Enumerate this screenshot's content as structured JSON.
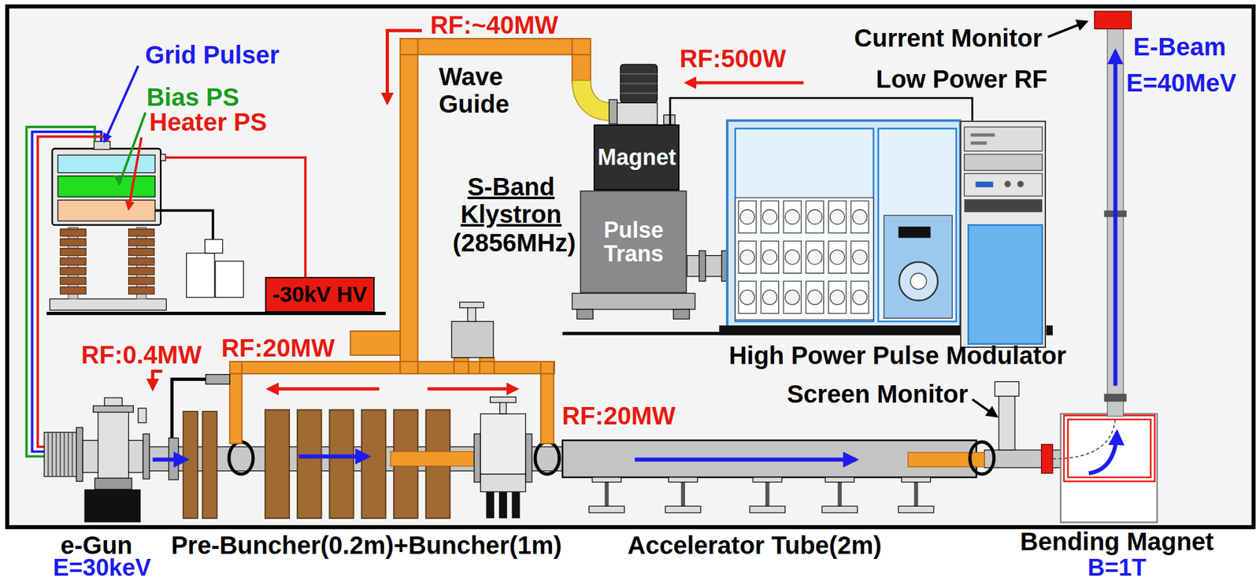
{
  "diagram": {
    "nodes": [
      {
        "text": [
          "-30kV HV"
        ]
      },
      {
        "text": [
          "Magnet"
        ]
      },
      {
        "text": [
          "Pulse Trans"
        ]
      },
      {
        "text": [
          "Low Power RF"
        ]
      }
    ],
    "edges": [
      {
        "from": 3,
        "to": 1,
        "arrow": "none"
      }
    ],
    "labels": [
      "Grid Pulser",
      "Bias PS",
      "Heater PS",
      "RF:~40MW",
      "Wave Guide",
      "RF:500W",
      "Current Monitor",
      "E-Beam",
      "E=40MeV",
      "S-Band Klystron",
      "(2856MHz)",
      "High Power Pulse Modulator",
      "RF:0.4MW",
      "RF:20MW",
      "RF:20MW",
      "Screen Monitor",
      "e-Gun",
      "E=30keV",
      "Pre-Buncher(0.2m)+Buncher(1m)",
      "Accelerator Tube(2m)",
      "Bending Magnet",
      "B=1T"
    ]
  }
}
